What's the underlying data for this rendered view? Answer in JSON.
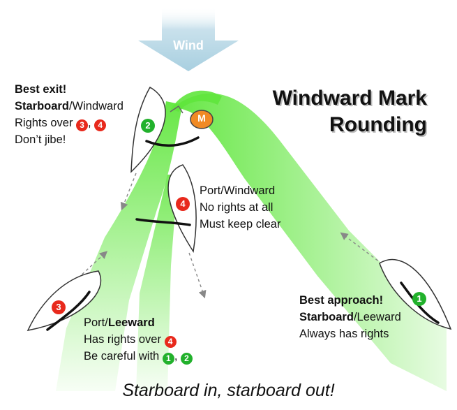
{
  "title": {
    "line1": "Windward Mark",
    "line2": "Rounding"
  },
  "wind": {
    "label": "Wind"
  },
  "mark": {
    "label": "M"
  },
  "motto": "Starboard in, starboard out!",
  "boats": {
    "b1": {
      "number": "1"
    },
    "b2": {
      "number": "2"
    },
    "b3": {
      "number": "3"
    },
    "b4": {
      "number": "4"
    }
  },
  "notes": {
    "boat2": {
      "heading": "Best exit!",
      "tack_bold": "Starboard",
      "tack_rest": "/Windward",
      "rights_prefix": "Rights over ",
      "badge_a": "3",
      "separator": ", ",
      "badge_b": "4",
      "advice": "Don’t jibe!"
    },
    "boat4": {
      "line1": "Port/Windward",
      "line2": "No rights at all",
      "line3": "Must keep clear"
    },
    "boat3": {
      "tack_plain": "Port/",
      "tack_bold": "Leeward",
      "rights_prefix": "Has rights over ",
      "badge_a": "4",
      "careful_prefix": "Be careful with ",
      "badge_b": "1",
      "separator": ", ",
      "badge_c": "2"
    },
    "boat1": {
      "heading": "Best approach!",
      "tack_bold": "Starboard",
      "tack_rest": "/Leeward",
      "line3": "Always has rights"
    }
  },
  "colors": {
    "lane_green": "#5fe63c",
    "wind_arrow": "#a8cfe0",
    "mark": "#f08a24",
    "badge_red": "#e8291c",
    "badge_green": "#22b12c"
  }
}
